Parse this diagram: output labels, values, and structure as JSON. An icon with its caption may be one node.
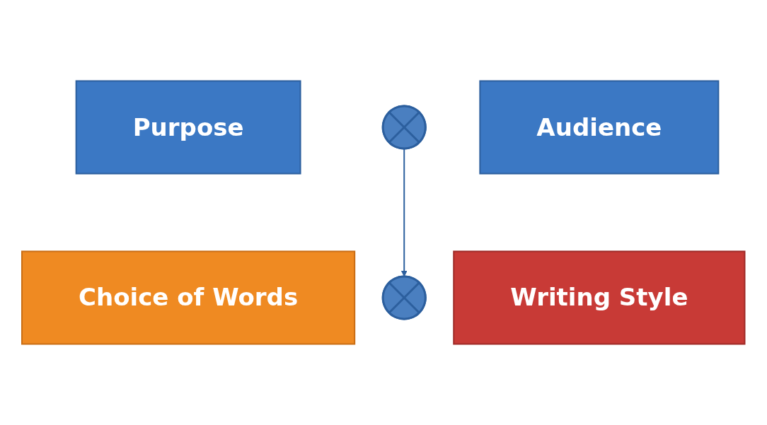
{
  "diagram": {
    "nodes": [
      {
        "text": [
          "Purpose"
        ]
      },
      {
        "text": [],
        "shape": "plus"
      },
      {
        "text": [
          "Audience"
        ]
      },
      {
        "text": [
          "Choice of Words"
        ]
      },
      {
        "text": [],
        "shape": "plus"
      },
      {
        "text": [
          "Writing Style"
        ]
      }
    ],
    "edges": [
      {
        "from": 1,
        "to": 4,
        "arrow": "to"
      }
    ]
  }
}
